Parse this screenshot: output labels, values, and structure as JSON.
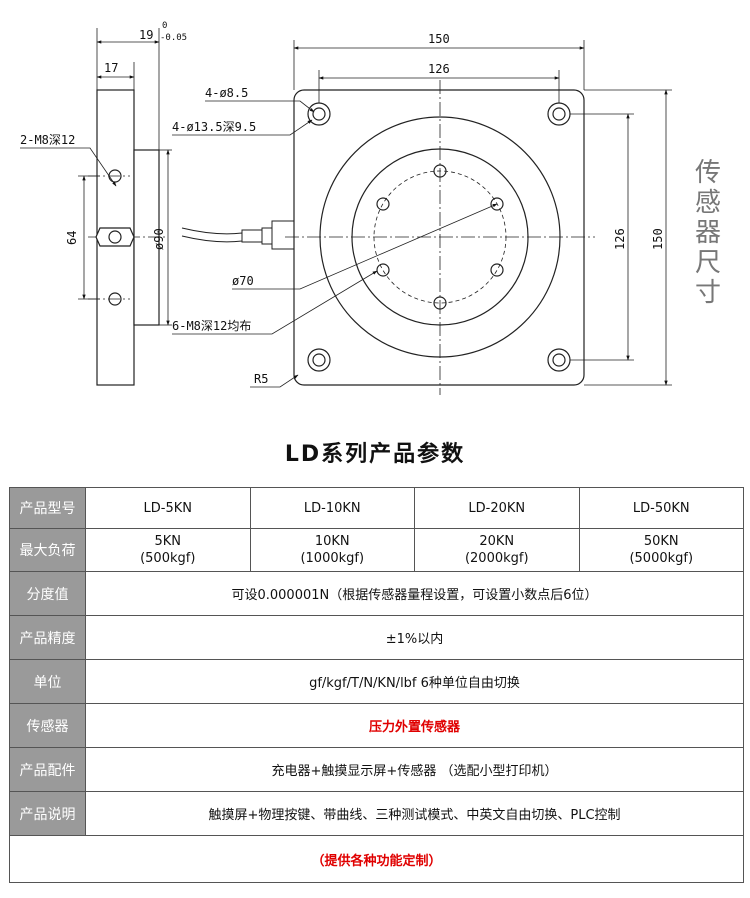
{
  "drawing": {
    "side_title_chars": [
      "传",
      "感",
      "器",
      "尺",
      "寸"
    ],
    "dims": {
      "width_19": "19",
      "tol_upper": "0",
      "tol_lower": "-0.05",
      "width_17": "17",
      "height_64": "64",
      "dia_90": "ø90",
      "thread_left": "2-M8深12",
      "overall_150_top": "150",
      "pitch_126_top": "126",
      "pitch_126_side": "126",
      "overall_150_side": "150",
      "holes_small": "4-ø8.5",
      "holes_counterbore": "4-ø13.5深9.5",
      "dia_70": "ø70",
      "thread_front": "6-M8深12均布",
      "radius": "R5"
    }
  },
  "table": {
    "title": "LD系列产品参数",
    "rows": {
      "model": {
        "header": "产品型号",
        "values": [
          "LD-5KN",
          "LD-10KN",
          "LD-20KN",
          "LD-50KN"
        ]
      },
      "max_load": {
        "header": "最大负荷",
        "values": [
          {
            "main": "5KN",
            "sub": "(500kgf)"
          },
          {
            "main": "10KN",
            "sub": "(1000kgf)"
          },
          {
            "main": "20KN",
            "sub": "(2000kgf)"
          },
          {
            "main": "50KN",
            "sub": "(5000kgf)"
          }
        ]
      },
      "resolution": {
        "header": "分度值",
        "value": "可设0.000001N（根据传感器量程设置，可设置小数点后6位）"
      },
      "accuracy": {
        "header": "产品精度",
        "value": "±1%以内"
      },
      "unit": {
        "header": "单位",
        "value": "gf/kgf/T/N/KN/lbf 6种单位自由切换"
      },
      "sensor": {
        "header": "传感器",
        "value": "压力外置传感器"
      },
      "accessories": {
        "header": "产品配件",
        "value": "充电器+触摸显示屏+传感器  （选配小型打印机）"
      },
      "description": {
        "header": "产品说明",
        "value": "触摸屏+物理按键、带曲线、三种测试模式、中英文自由切换、PLC控制"
      },
      "custom": {
        "value": "（提供各种功能定制）"
      }
    }
  },
  "colors": {
    "header_bg": "#9a9a9a",
    "highlight_red": "#e00000"
  }
}
